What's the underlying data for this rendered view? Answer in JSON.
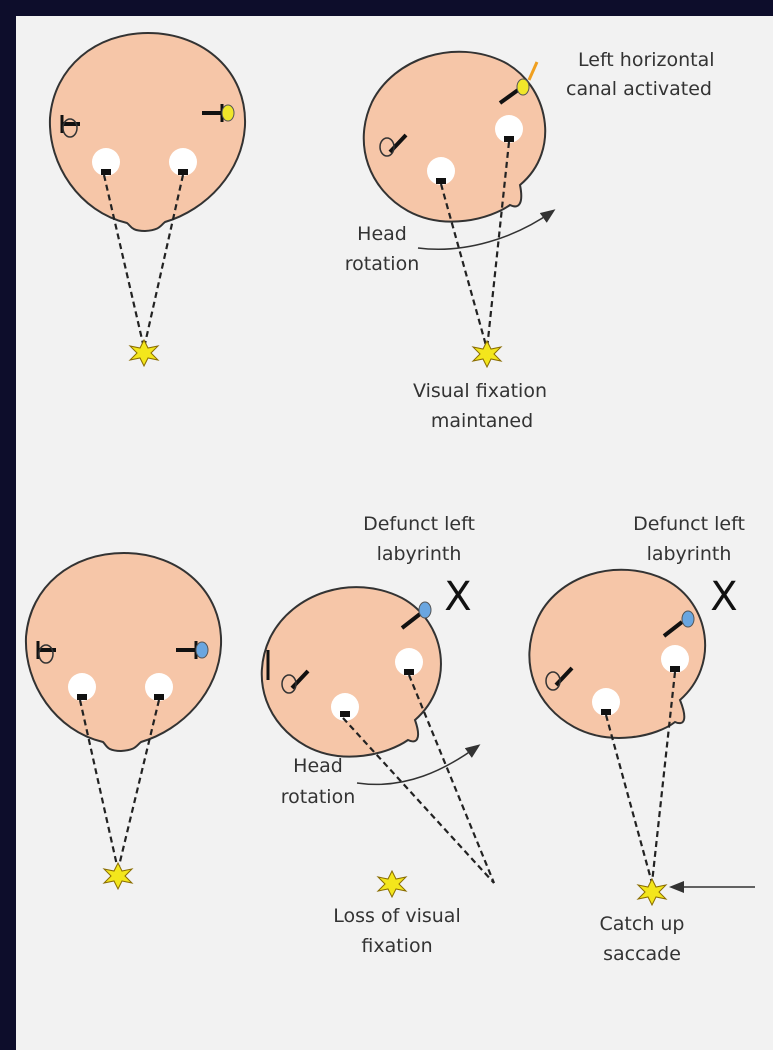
{
  "labels": {
    "canal_activated": [
      "Left horizontal",
      "canal activated"
    ],
    "head_rotation_top": [
      "Head",
      "rotation"
    ],
    "fixation_maintained": [
      "Visual fixation",
      "maintaned"
    ],
    "defunct_mid": [
      "Defunct left",
      "labyrinth"
    ],
    "defunct_right": [
      "Defunct left",
      "labyrinth"
    ],
    "x_mark_mid": "X",
    "x_mark_right": "X",
    "head_rotation_bottom": [
      "Head",
      "rotation"
    ],
    "loss_fixation": [
      "Loss of visual",
      "fixation"
    ],
    "catch_up": [
      "Catch up",
      "saccade"
    ]
  },
  "colors": {
    "frame": "#0d0d2b",
    "background": "#f2f2f2",
    "head_fill": "#f6c6a8",
    "head_stroke": "#333333",
    "activated_canal": "#f0e62a",
    "defunct_canal": "#6aa6e0",
    "target_star": "#f3e61c"
  },
  "icons": [
    "head-icon",
    "eye-icon",
    "canal-icon",
    "target-star-icon",
    "rotation-arrow-icon"
  ]
}
